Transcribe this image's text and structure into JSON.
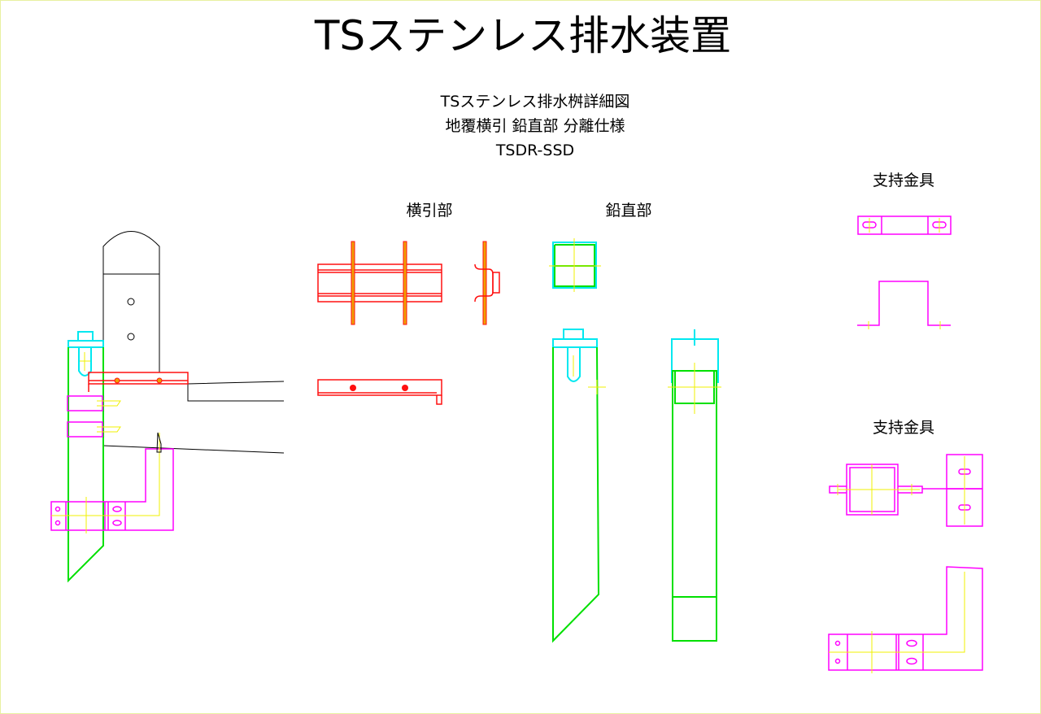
{
  "title": "TSステンレス排水装置",
  "subtitle": {
    "line1": "TSステンレス排水桝詳細図",
    "line2": "地覆横引 鉛直部 分離仕様",
    "line3": "TSDR-SSD"
  },
  "labels": {
    "horizontal": "横引部",
    "vertical": "鉛直部",
    "support_top": "支持金具",
    "support_bottom": "支持金具"
  },
  "colors": {
    "pipe": "#00e000",
    "cap": "#00e8f0",
    "bracket": "#ff1010",
    "support": "#ff00ff",
    "centerline": "#f0f000"
  }
}
